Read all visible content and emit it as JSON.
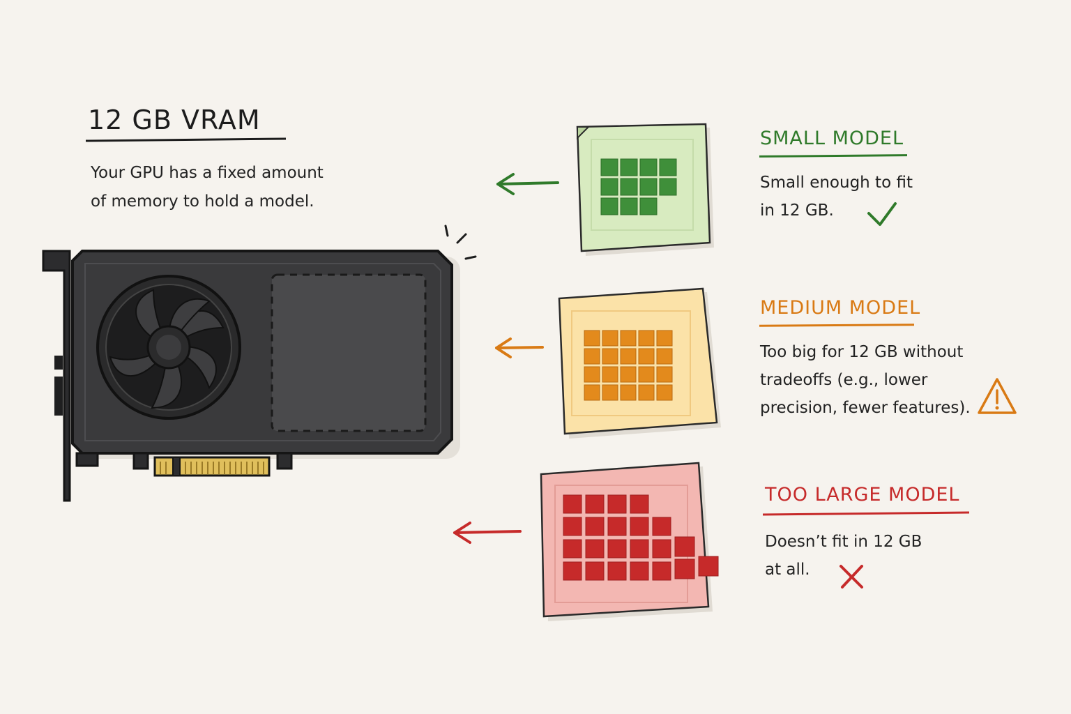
{
  "gpu": {
    "title": "12 GB VRAM",
    "description_line1": "Your GPU has a fixed amount",
    "description_line2": "of memory to hold a model."
  },
  "models": {
    "small": {
      "title": "SMALL MODEL",
      "line1": "Small enough to fit",
      "line2": "in 12 GB.",
      "status_icon": "check-icon",
      "color": "#2f7a2a",
      "note_color": "#d8ebc0"
    },
    "medium": {
      "title": "MEDIUM MODEL",
      "line1": "Too big for 12 GB without",
      "line2": "tradeoffs (e.g., lower",
      "line3": "precision, fewer features).",
      "status_icon": "warning-icon",
      "color": "#d97a14",
      "note_color": "#fbe2a8"
    },
    "large": {
      "title": "TOO LARGE MODEL",
      "line1": "Doesn’t fit in 12 GB",
      "line2": "at all.",
      "status_icon": "cross-icon",
      "color": "#c62a2a",
      "note_color": "#f3b7b2"
    }
  },
  "colors": {
    "background": "#f6f3ee",
    "gpu_body": "#3a3a3c",
    "gpu_connector": "#d9b24a"
  }
}
